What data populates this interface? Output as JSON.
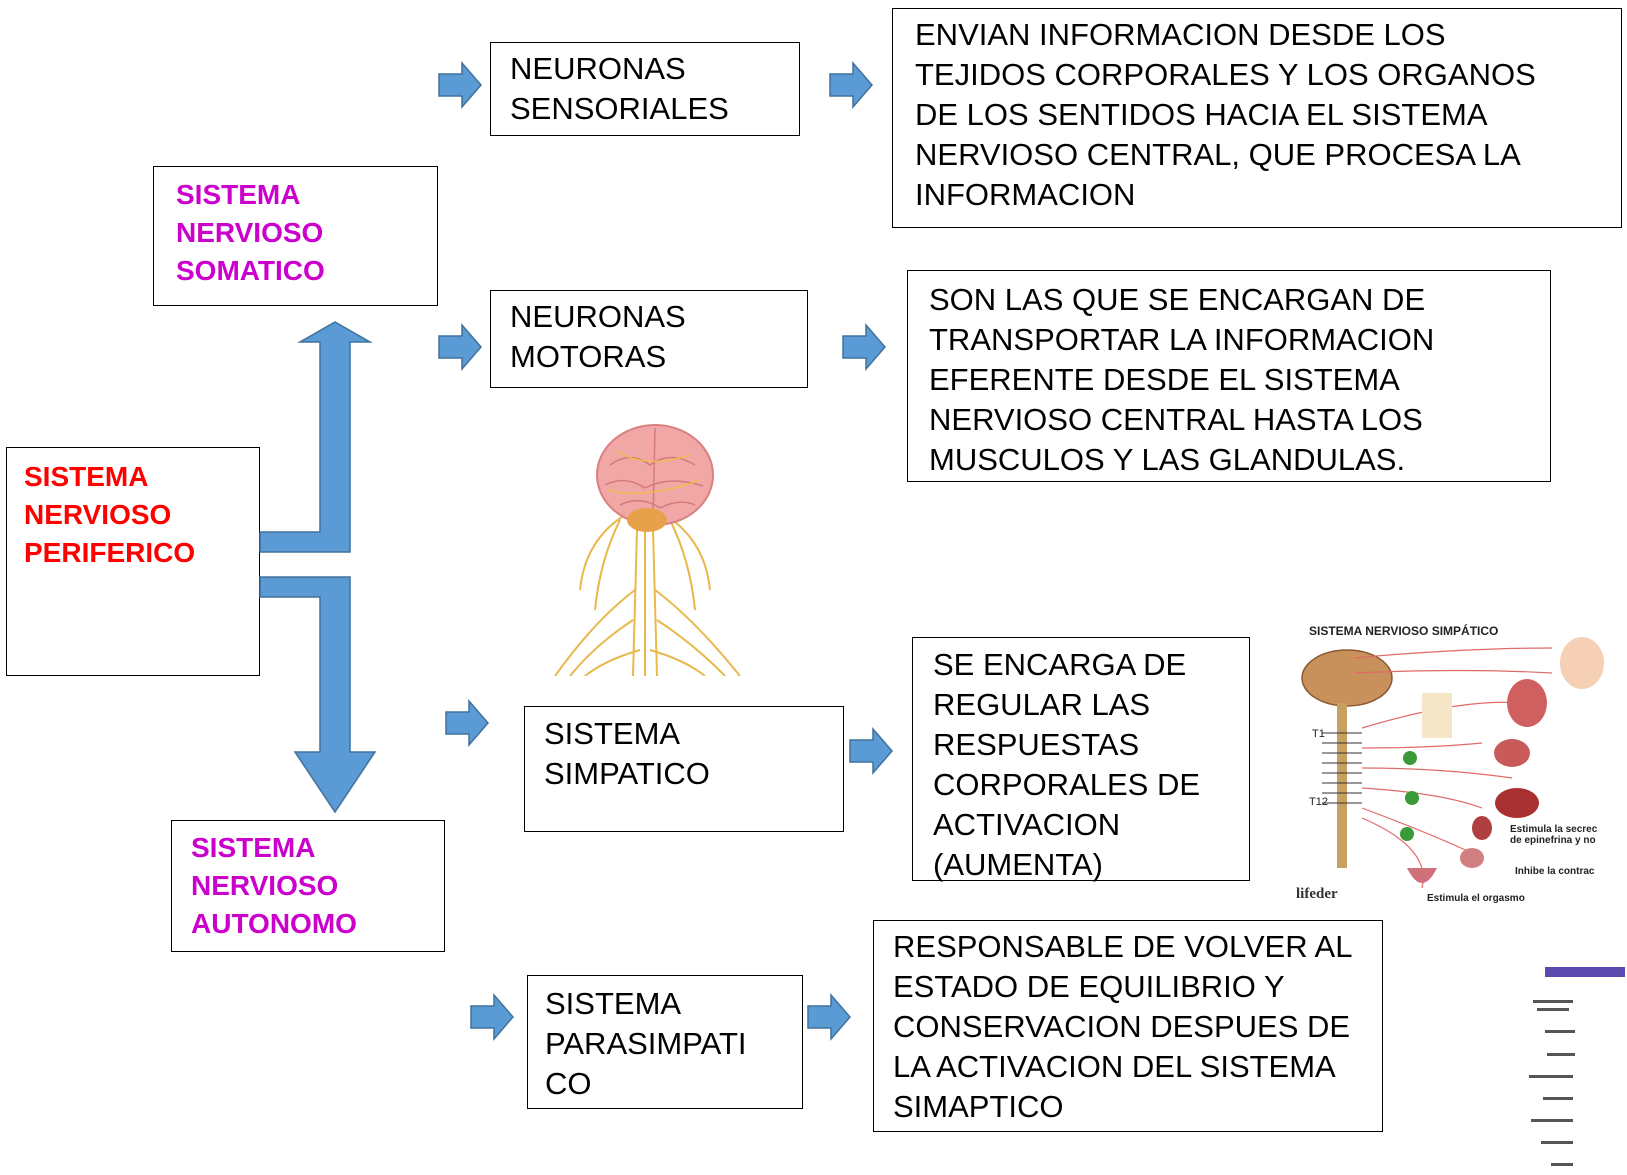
{
  "root": {
    "title_lines": [
      "SISTEMA",
      "NERVIOSO",
      "PERIFERICO"
    ]
  },
  "somatico": {
    "title_lines": [
      "SISTEMA",
      "NERVIOSO",
      "SOMATICO"
    ]
  },
  "autonomo": {
    "title_lines": [
      "SISTEMA",
      "NERVIOSO",
      "AUTONOMO"
    ]
  },
  "neuronas_sensoriales": {
    "label_lines": [
      "NEURONAS",
      "SENSORIALES"
    ],
    "desc_lines": [
      "ENVIAN INFORMACION DESDE LOS",
      "TEJIDOS CORPORALES Y LOS ORGANOS",
      "DE LOS SENTIDOS HACIA EL SISTEMA",
      "NERVIOSO CENTRAL, QUE PROCESA LA",
      "INFORMACION"
    ]
  },
  "neuronas_motoras": {
    "label_lines": [
      "NEURONAS",
      "MOTORAS"
    ],
    "desc_lines": [
      "SON LAS QUE SE ENCARGAN DE",
      "TRANSPORTAR LA INFORMACION",
      "EFERENTE DESDE EL SISTEMA",
      "NERVIOSO CENTRAL HASTA LOS",
      "MUSCULOS Y LAS GLANDULAS."
    ]
  },
  "simpatico": {
    "label_lines": [
      "SISTEMA",
      "SIMPATICO"
    ],
    "desc_lines": [
      "SE ENCARGA DE",
      "REGULAR LAS",
      "RESPUESTAS",
      "CORPORALES DE",
      "ACTIVACION",
      "(AUMENTA)"
    ]
  },
  "parasimpatico": {
    "label_lines": [
      "SISTEMA",
      "PARASIMPATI",
      "CO"
    ],
    "desc_lines": [
      "RESPONSABLE DE VOLVER AL",
      "ESTADO DE EQUILIBRIO Y",
      "CONSERVACION DESPUES DE",
      "LA ACTIVACION DEL SISTEMA",
      "SIMAPTICO"
    ]
  },
  "sympathetic_figure": {
    "title": "SISTEMA NERVIOSO SIMPÁTICO",
    "labels": [
      "T1",
      "T12",
      "Estimula la secrec",
      "de epinefrina y no",
      "Inhibe la contrac",
      "Estimula el orgasmo",
      "lifeder"
    ]
  },
  "colors": {
    "root_title": "#ff0000",
    "branch_title": "#cc00cc",
    "arrow_fill": "#5b9bd5",
    "arrow_stroke": "#41719c"
  }
}
